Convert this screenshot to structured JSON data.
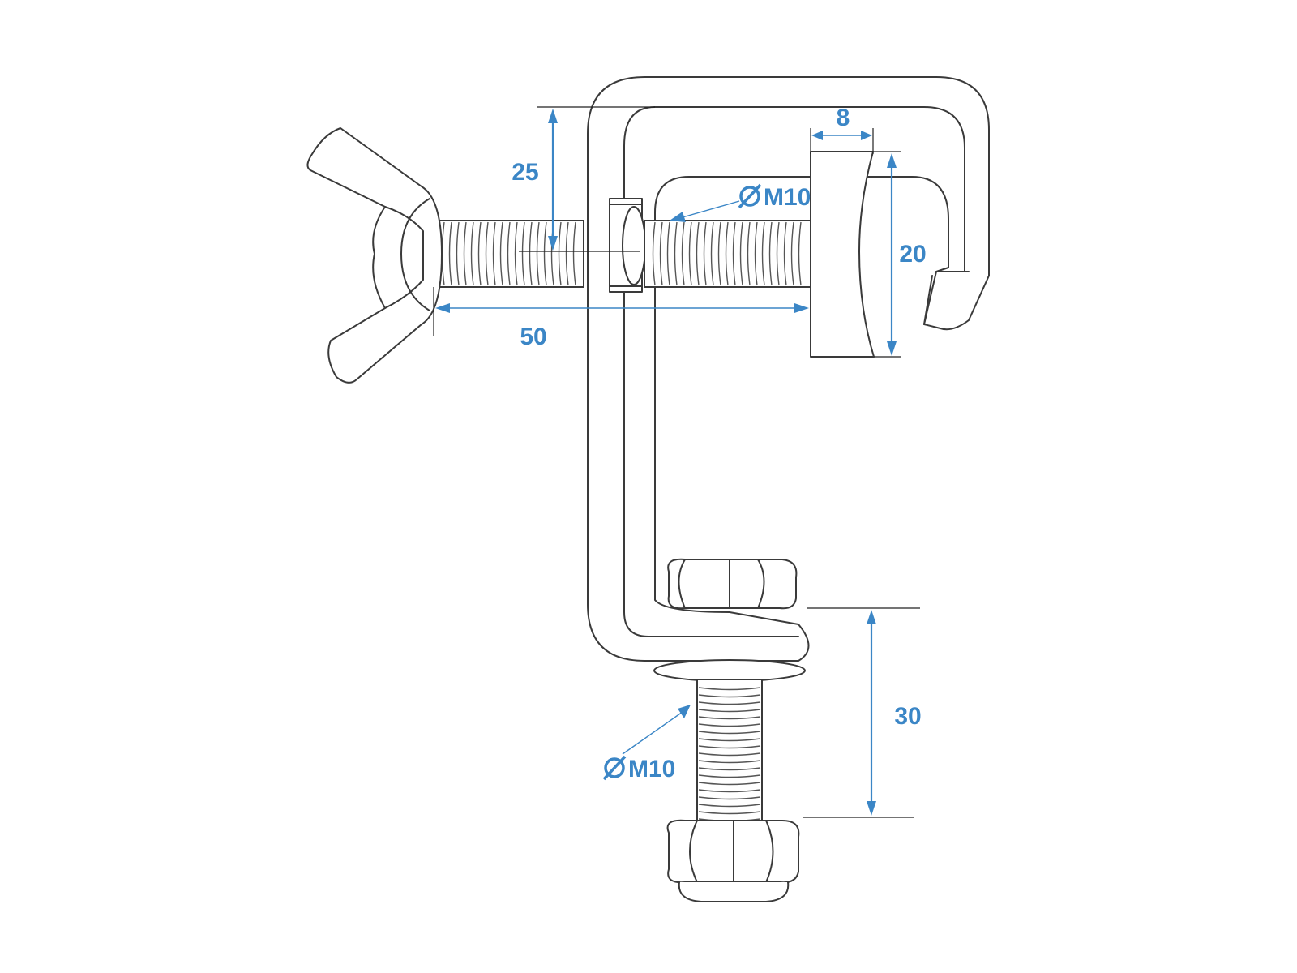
{
  "dimensions": {
    "jaw_depth": "25",
    "pad_thickness": "8",
    "pad_height": "20",
    "screw_reach": "50",
    "mount_bolt_length": "30"
  },
  "thread_labels": {
    "wing_screw": "M10",
    "mount_bolt": "M10"
  },
  "symbols": {
    "diameter": "diameter-symbol-icon"
  },
  "colors": {
    "dimension": "#3b86c6",
    "outline": "#3a3a3a",
    "background": "#ffffff"
  }
}
